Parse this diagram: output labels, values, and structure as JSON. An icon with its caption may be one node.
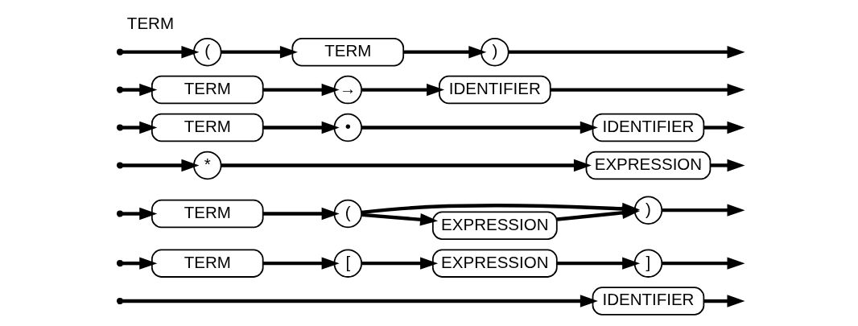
{
  "diagram": {
    "title": "TERM",
    "nodes": [
      {
        "text": [
          "IDENTIFIER"
        ]
      },
      {
        "text": [
          "TERM"
        ]
      },
      {
        "text": [
          "["
        ]
      },
      {
        "text": [
          "EXPRESSION"
        ]
      },
      {
        "text": [
          "]"
        ]
      },
      {
        "text": [
          "TERM"
        ]
      },
      {
        "text": [
          "("
        ]
      },
      {
        "text": [
          ")"
        ]
      },
      {
        "text": [
          "EXPRESSION"
        ]
      },
      {
        "text": [
          "*"
        ]
      },
      {
        "text": [
          "EXPRESSION"
        ]
      },
      {
        "text": [
          "TERM"
        ]
      },
      {
        "text": [
          "•"
        ]
      },
      {
        "text": [
          "IDENTIFIER"
        ]
      },
      {
        "text": [
          "TERM"
        ]
      },
      {
        "text": [
          "→"
        ]
      },
      {
        "text": [
          "IDENTIFIER"
        ]
      },
      {
        "text": [
          "("
        ]
      },
      {
        "text": [
          "TERM"
        ]
      },
      {
        "text": [
          ")"
        ]
      }
    ],
    "edges": [
      {
        "from": null,
        "to": 0,
        "arrow": "to"
      },
      {
        "from": 0,
        "to": null,
        "arrow": "to"
      },
      {
        "from": null,
        "to": 1,
        "arrow": "to"
      },
      {
        "from": 1,
        "to": 2,
        "arrow": "to"
      },
      {
        "from": 2,
        "to": 3,
        "arrow": "to"
      },
      {
        "from": 3,
        "to": 4,
        "arrow": "to"
      },
      {
        "from": 4,
        "to": null,
        "arrow": "to"
      },
      {
        "from": null,
        "to": 5,
        "arrow": "to"
      },
      {
        "from": 5,
        "to": 6,
        "arrow": "to"
      },
      {
        "from": 6,
        "to": 7,
        "arrow": "to"
      },
      {
        "from": 6,
        "to": 8,
        "arrow": "to"
      },
      {
        "from": 8,
        "to": 7,
        "arrow": "to"
      },
      {
        "from": 7,
        "to": null,
        "arrow": "to"
      },
      {
        "from": null,
        "to": 9,
        "arrow": "to"
      },
      {
        "from": 9,
        "to": 10,
        "arrow": "to"
      },
      {
        "from": 10,
        "to": null,
        "arrow": "to"
      },
      {
        "from": null,
        "to": 11,
        "arrow": "to"
      },
      {
        "from": 11,
        "to": 12,
        "arrow": "to"
      },
      {
        "from": 12,
        "to": 13,
        "arrow": "to"
      },
      {
        "from": 13,
        "to": null,
        "arrow": "to"
      },
      {
        "from": null,
        "to": 14,
        "arrow": "to"
      },
      {
        "from": 14,
        "to": 15,
        "arrow": "to"
      },
      {
        "from": 15,
        "to": 16,
        "arrow": "to"
      },
      {
        "from": 16,
        "to": null,
        "arrow": "to"
      },
      {
        "from": null,
        "to": 17,
        "arrow": "to"
      },
      {
        "from": 17,
        "to": 18,
        "arrow": "to"
      },
      {
        "from": 18,
        "to": 19,
        "arrow": "to"
      },
      {
        "from": 19,
        "to": null,
        "arrow": "to"
      }
    ]
  }
}
